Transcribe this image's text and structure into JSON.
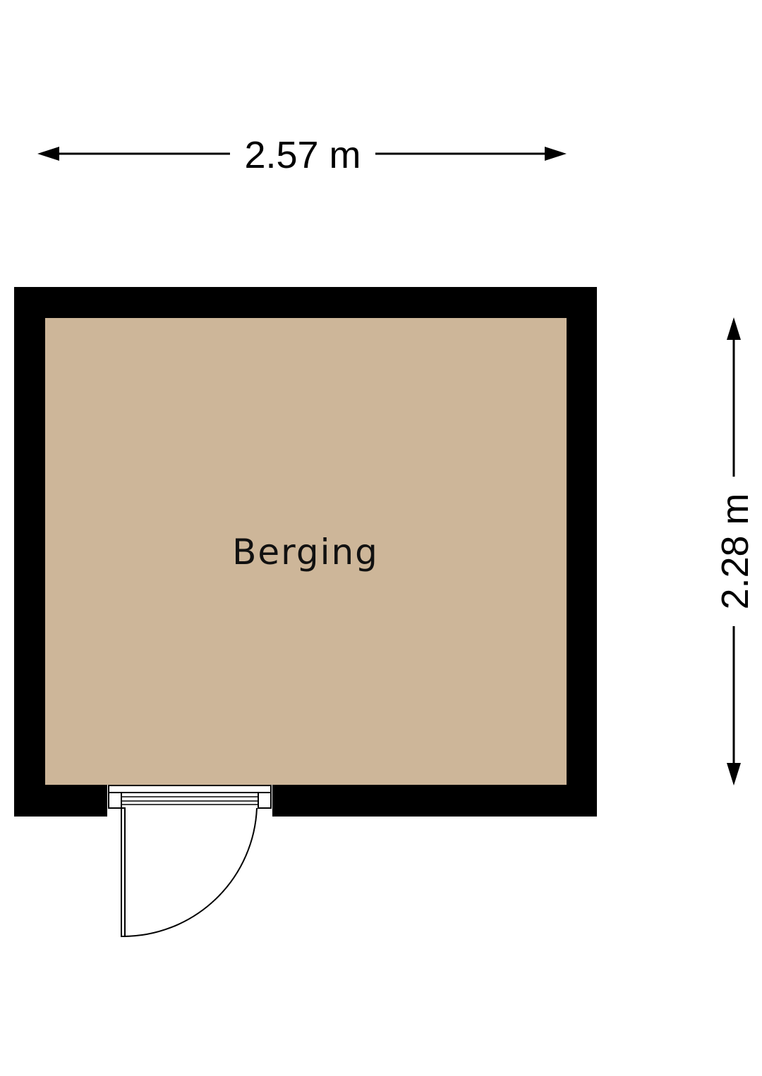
{
  "floorplan": {
    "room": {
      "name": "Berging",
      "floor_color": "#CDB699"
    },
    "wall_color": "#000000",
    "dimensions": {
      "width_label": "2.57 m",
      "height_label": "2.28 m"
    }
  }
}
